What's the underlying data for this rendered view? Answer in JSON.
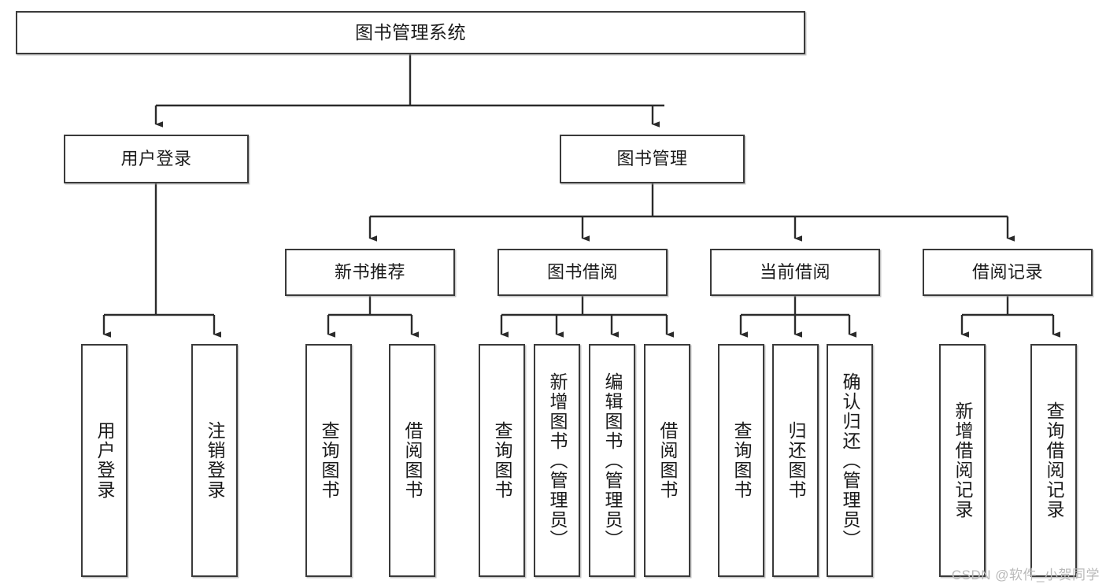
{
  "diagram": {
    "type": "tree-hierarchy-chart",
    "title": "图书管理系统",
    "watermark": "CSDN @软件_小贺同学",
    "colors": {
      "box_border": "#3a3a3a",
      "box_fill": "#ffffff",
      "edge": "#2b2b2b",
      "text": "#1b1b1b",
      "watermark": "#b9b9b9"
    },
    "nodes": {
      "root": {
        "label": "图书管理系统",
        "level": 1,
        "orientation": "horizontal"
      },
      "user_login": {
        "label": "用户登录",
        "level": 2,
        "orientation": "horizontal"
      },
      "book_manage": {
        "label": "图书管理",
        "level": 2,
        "orientation": "horizontal"
      },
      "new_book_rec": {
        "label": "新书推荐",
        "level": 3,
        "orientation": "horizontal"
      },
      "book_borrow": {
        "label": "图书借阅",
        "level": 3,
        "orientation": "horizontal"
      },
      "current_borrow": {
        "label": "当前借阅",
        "level": 3,
        "orientation": "horizontal"
      },
      "borrow_record": {
        "label": "借阅记录",
        "level": 3,
        "orientation": "horizontal"
      },
      "leaf_user_login": {
        "label": "用户登录",
        "level": 4,
        "orientation": "vertical"
      },
      "leaf_logout": {
        "label": "注销登录",
        "level": 4,
        "orientation": "vertical"
      },
      "leaf_rec_query": {
        "label": "查询图书",
        "level": 4,
        "orientation": "vertical"
      },
      "leaf_rec_borrow": {
        "label": "借阅图书",
        "level": 4,
        "orientation": "vertical"
      },
      "leaf_bb_query": {
        "label": "查询图书",
        "level": 4,
        "orientation": "vertical"
      },
      "leaf_bb_add": {
        "label": "新增图书（管理员）",
        "level": 4,
        "orientation": "vertical"
      },
      "leaf_bb_edit": {
        "label": "编辑图书（管理员）",
        "level": 4,
        "orientation": "vertical"
      },
      "leaf_bb_borrow": {
        "label": "借阅图书",
        "level": 4,
        "orientation": "vertical"
      },
      "leaf_cb_query": {
        "label": "查询图书",
        "level": 4,
        "orientation": "vertical"
      },
      "leaf_cb_return": {
        "label": "归还图书",
        "level": 4,
        "orientation": "vertical"
      },
      "leaf_cb_confirm": {
        "label": "确认归还（管理员）",
        "level": 4,
        "orientation": "vertical"
      },
      "leaf_br_add": {
        "label": "新增借阅记录",
        "level": 4,
        "orientation": "vertical"
      },
      "leaf_br_query": {
        "label": "查询借阅记录",
        "level": 4,
        "orientation": "vertical"
      }
    },
    "edges": [
      {
        "from": "root",
        "to": "user_login"
      },
      {
        "from": "root",
        "to": "book_manage"
      },
      {
        "from": "user_login",
        "to": "leaf_user_login"
      },
      {
        "from": "user_login",
        "to": "leaf_logout"
      },
      {
        "from": "book_manage",
        "to": "new_book_rec"
      },
      {
        "from": "book_manage",
        "to": "book_borrow"
      },
      {
        "from": "book_manage",
        "to": "current_borrow"
      },
      {
        "from": "book_manage",
        "to": "borrow_record"
      },
      {
        "from": "new_book_rec",
        "to": "leaf_rec_query"
      },
      {
        "from": "new_book_rec",
        "to": "leaf_rec_borrow"
      },
      {
        "from": "book_borrow",
        "to": "leaf_bb_query"
      },
      {
        "from": "book_borrow",
        "to": "leaf_bb_add"
      },
      {
        "from": "book_borrow",
        "to": "leaf_bb_edit"
      },
      {
        "from": "book_borrow",
        "to": "leaf_bb_borrow"
      },
      {
        "from": "current_borrow",
        "to": "leaf_cb_query"
      },
      {
        "from": "current_borrow",
        "to": "leaf_cb_return"
      },
      {
        "from": "current_borrow",
        "to": "leaf_cb_confirm"
      },
      {
        "from": "borrow_record",
        "to": "leaf_br_add"
      },
      {
        "from": "borrow_record",
        "to": "leaf_br_query"
      }
    ]
  }
}
